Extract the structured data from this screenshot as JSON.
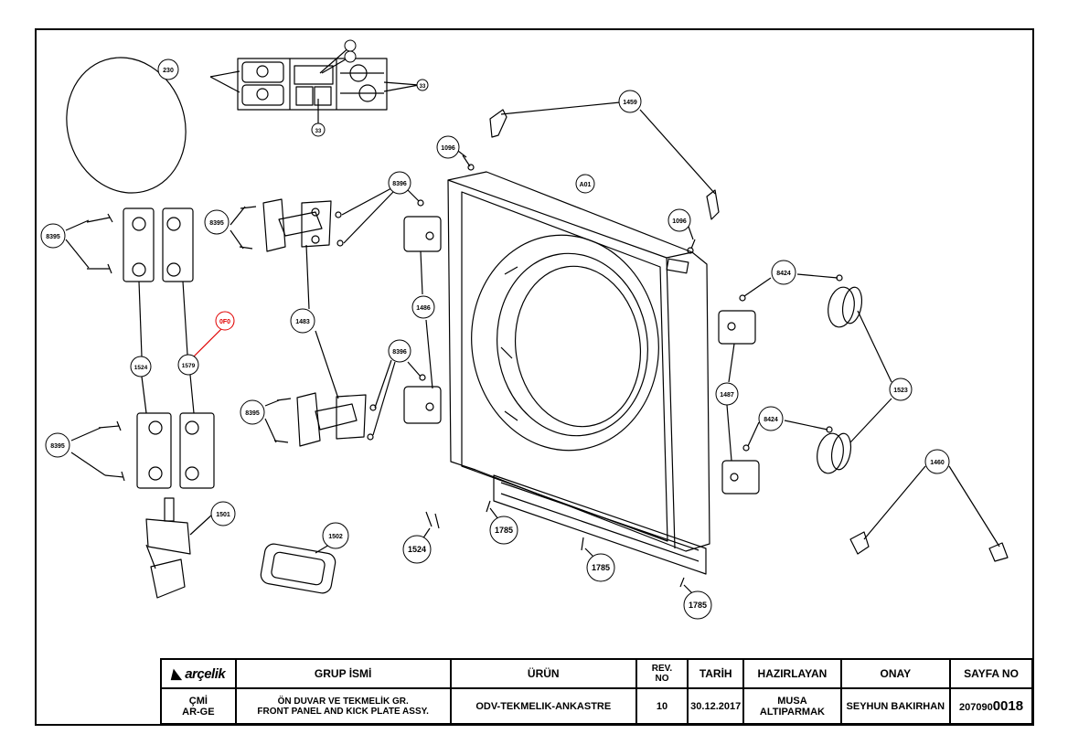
{
  "diagram": {
    "callouts": [
      {
        "id": "c230",
        "label": "230"
      },
      {
        "id": "c33a",
        "label": "33"
      },
      {
        "id": "c33b",
        "label": "33"
      },
      {
        "id": "c1459",
        "label": "1459"
      },
      {
        "id": "c1096a",
        "label": "1096"
      },
      {
        "id": "cA01",
        "label": "A01"
      },
      {
        "id": "c1096b",
        "label": "1096"
      },
      {
        "id": "c8395a",
        "label": "8395"
      },
      {
        "id": "c8395b",
        "label": "8395"
      },
      {
        "id": "c8396a",
        "label": "8396"
      },
      {
        "id": "c1486",
        "label": "1486"
      },
      {
        "id": "c0f0",
        "label": "0F0"
      },
      {
        "id": "c1483",
        "label": "1483"
      },
      {
        "id": "c1524a",
        "label": "1524"
      },
      {
        "id": "c1579",
        "label": "1579"
      },
      {
        "id": "c8396b",
        "label": "8396"
      },
      {
        "id": "c8395c",
        "label": "8395"
      },
      {
        "id": "c8395d",
        "label": "8395"
      },
      {
        "id": "c8424a",
        "label": "8424"
      },
      {
        "id": "c1523",
        "label": "1523"
      },
      {
        "id": "c1487",
        "label": "1487"
      },
      {
        "id": "c8424b",
        "label": "8424"
      },
      {
        "id": "c1460",
        "label": "1460"
      },
      {
        "id": "c1501",
        "label": "1501"
      },
      {
        "id": "c1502",
        "label": "1502"
      },
      {
        "id": "c1524b",
        "label": "1524"
      },
      {
        "id": "c1785a",
        "label": "1785"
      },
      {
        "id": "c1785b",
        "label": "1785"
      },
      {
        "id": "c1785c",
        "label": "1785"
      }
    ],
    "highlight_color": "#e00000"
  },
  "title_block": {
    "logo": "arçelik",
    "headers": {
      "group_name": "GRUP İSMİ",
      "product": "ÜRÜN",
      "rev_line1": "REV.",
      "rev_line2": "NO",
      "date": "TARİH",
      "prepared_by": "HAZIRLAYAN",
      "approval": "ONAY",
      "sheet_no": "SAYFA NO"
    },
    "values": {
      "dept_line1": "ÇMİ",
      "dept_line2": "AR-GE",
      "group_line1": "ÖN DUVAR VE TEKMELİK GR.",
      "group_line2": "FRONT PANEL AND KICK PLATE ASSY.",
      "product": "ODV-TEKMELIK-ANKASTRE",
      "rev": "10",
      "date": "30.12.2017",
      "prepared_by": "MUSA ALTIPARMAK",
      "approved_by": "SEYHUN BAKIRHAN",
      "sheet_prefix": "207090",
      "sheet_suffix": "0018"
    }
  }
}
